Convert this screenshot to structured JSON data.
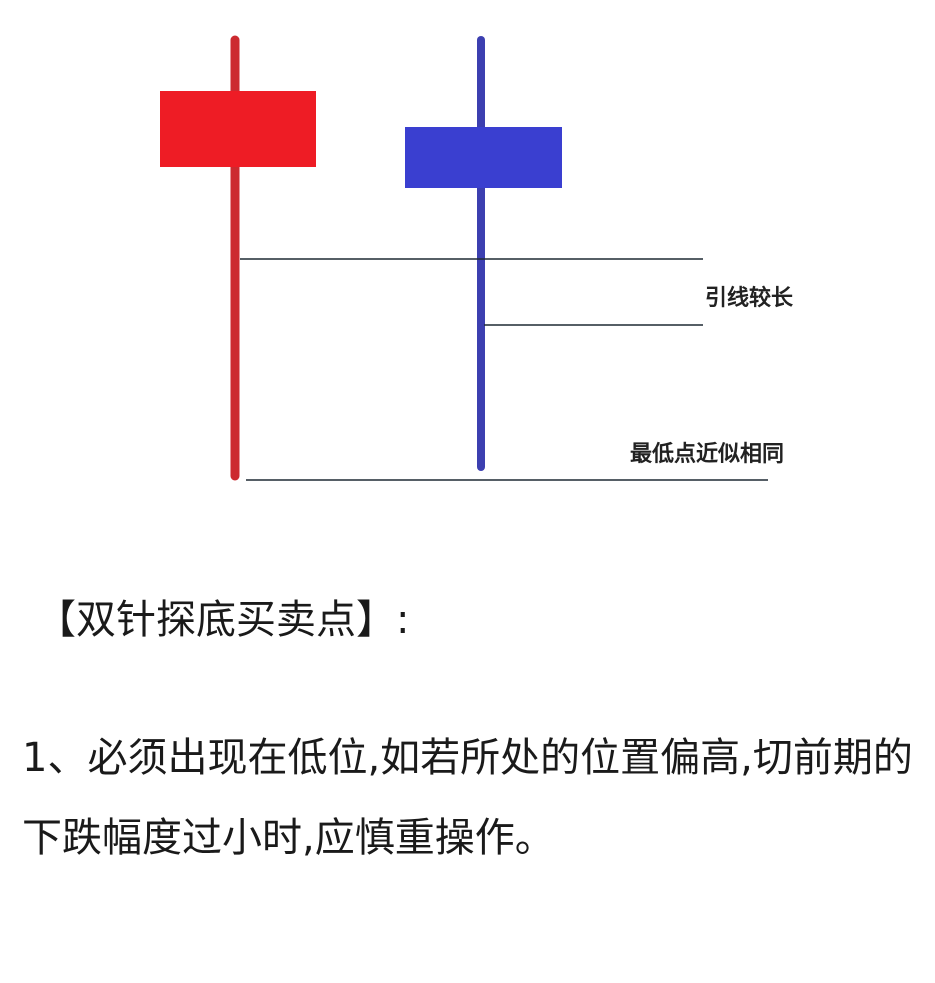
{
  "diagram": {
    "annotations": {
      "long_shadow": "引线较长",
      "similar_lows": "最低点近似相同"
    },
    "candles": [
      {
        "color": "#ee1c25",
        "wick_color": "#cc2a30",
        "role": "first-candle"
      },
      {
        "color": "#3a3fd0",
        "wick_color": "#3c3fb0",
        "role": "second-candle"
      }
    ],
    "line_color": "#1e2a33"
  },
  "text": {
    "heading": "【双针探底买卖点】:",
    "paragraph": "1、必须出现在低位,如若所处的位置偏高,切前期的下跌幅度过小时,应慎重操作。"
  }
}
